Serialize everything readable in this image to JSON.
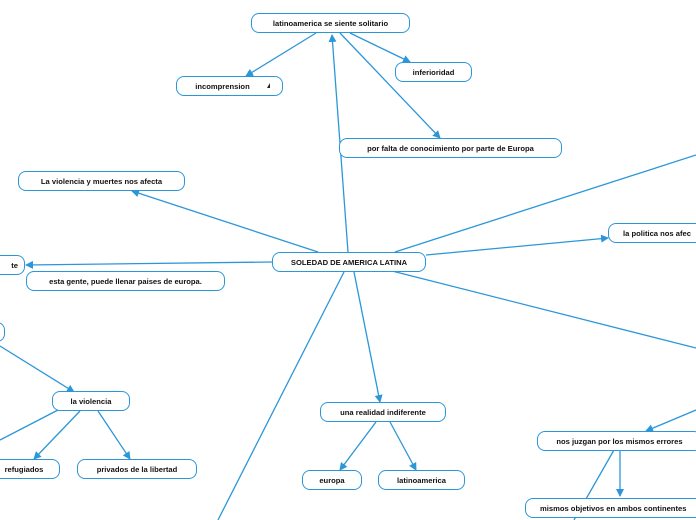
{
  "diagram": {
    "central": "SOLEDAD DE AMERICA LATINA",
    "nodes": {
      "solitario": "latinoamerica se siente solitario",
      "incomprension": "incomprension",
      "inferioridad": "inferioridad",
      "falta_conocimiento": "por falta de conocimiento por parte de Europa",
      "violencia_afecta": "La violencia y muertes nos afecta",
      "left_partial": "te",
      "llenar_paises": "esta gente, puede llenar paises de europa.",
      "politica": "la politica nos afec",
      "violencia": "la violencia",
      "refugiados": "refugiados",
      "privados": "privados de la libertad",
      "realidad": "una realidad indiferente",
      "europa": "europa",
      "latinoamerica": "latinoamerica",
      "errores": "nos juzgan por los mismos errores",
      "objetivos": "mismos objetivos en ambos continentes"
    }
  },
  "colors": {
    "line": "#2b97d8",
    "node_border": "#2b97d8",
    "text": "#111111"
  },
  "icons": {
    "collapse": "collapse-triangle-icon"
  }
}
